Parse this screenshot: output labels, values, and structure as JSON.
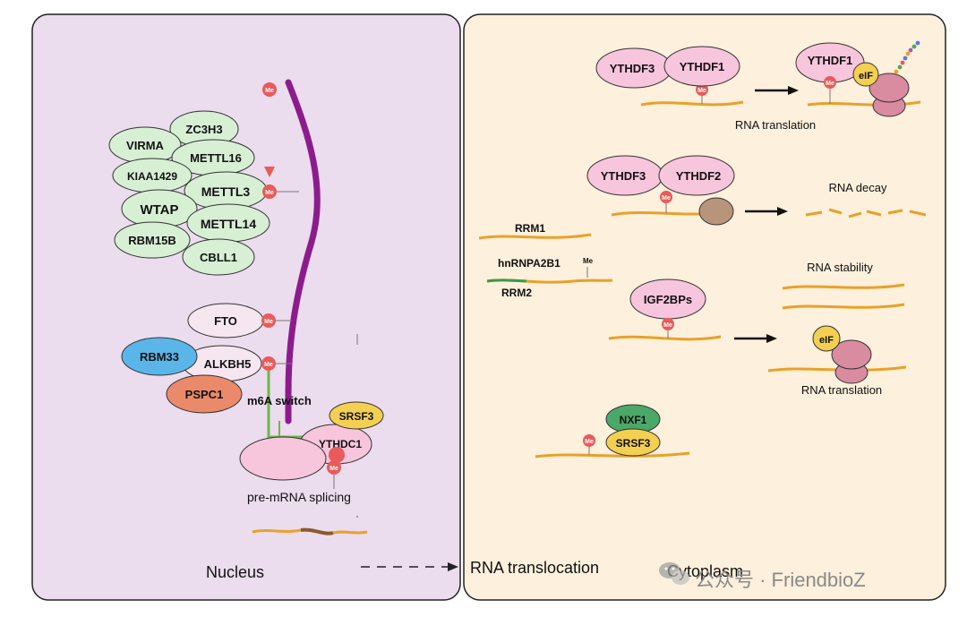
{
  "colors": {
    "nucleus_bg": "#ebdcee",
    "cytoplasm_bg": "#fdf0dc",
    "writer_fill": "#d7f0d4",
    "eraser_fill": "#f5e6f0",
    "reader_fill": "#f7c5dc",
    "me_red": "#e95a5a",
    "rna_orange": "#e8a12a",
    "purple_strand": "#8c1c8c",
    "rbm33_blue": "#5ab6e8",
    "pspc1_salmon": "#ea8a6a",
    "srsf3_yellow": "#f3cf52",
    "nxf1_green": "#4aa868"
  },
  "nucleus": {
    "label": "Nucleus",
    "methyl_label": "Me",
    "writers": [
      "ZC3H3",
      "VIRMA",
      "METTL16",
      "KIAA1429",
      "METTL3",
      "WTAP",
      "METTL14",
      "RBM15B",
      "CBLL1"
    ],
    "erasers": [
      "FTO",
      "RBM33",
      "ALKBH5",
      "PSPC1"
    ],
    "switch_label": "m6A switch",
    "splicing_proteins": [
      "SRSF3",
      "YTHDC1"
    ],
    "splicing_label": "pre-mRNA splicing"
  },
  "translocation": {
    "label": "RNA translocation"
  },
  "cytoplasm": {
    "label": "Cytoplasm",
    "translation_group": {
      "readers": [
        "YTHDF3",
        "YTHDF1"
      ],
      "product_reader": "YTHDF1",
      "eif": "eIF",
      "label": "RNA translation"
    },
    "decay_group": {
      "readers": [
        "YTHDF3",
        "YTHDF2"
      ],
      "label": "RNA decay"
    },
    "hnrnp_group": {
      "rrm1": "RRM1",
      "name": "hnRNPA2B1",
      "rrm2": "RRM2"
    },
    "stability_group": {
      "reader": "IGF2BPs",
      "stability_label": "RNA stability",
      "eif": "eIF",
      "translation_label": "RNA translation"
    },
    "export_group": {
      "proteins": [
        "NXF1",
        "SRSF3"
      ]
    }
  },
  "watermark": {
    "text": "公众号 · FriendbioZ"
  }
}
